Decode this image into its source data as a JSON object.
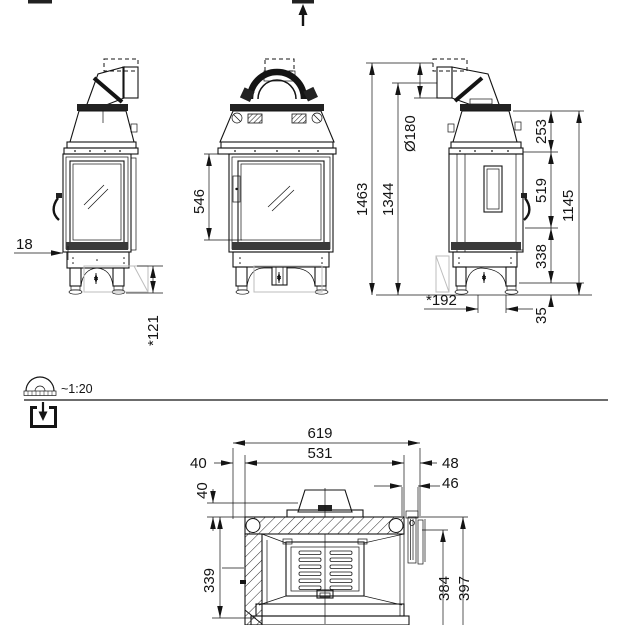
{
  "drawing": {
    "scale_label": "~1:20",
    "views": {
      "front_left": {
        "dims": {
          "wall_offset": "18",
          "pedestal_height": "*121"
        }
      },
      "front_center": {
        "dims": {
          "glass_height": "546"
        }
      },
      "side": {
        "dims": {
          "overall_height": "1463",
          "flue_axis_height": "1344",
          "flue_diameter": "Ø180",
          "hood_height": "253",
          "door_section_height": "519",
          "base_height": "338",
          "floor_clearance": "35",
          "body_height": "1145",
          "foot_spacing": "*192"
        }
      },
      "plan": {
        "dims": {
          "overall_width": "619",
          "body_width": "531",
          "gap_left": "40",
          "gap_rear": "40",
          "gap_right": "48",
          "door_offset": "46",
          "body_depth": "339",
          "depth_to_door": "384",
          "overall_depth": "397"
        }
      }
    },
    "icons": {
      "view_direction_arrow": "up-arrow",
      "plan_symbol": "container-down-arrow",
      "scale_symbol": "protractor"
    }
  }
}
